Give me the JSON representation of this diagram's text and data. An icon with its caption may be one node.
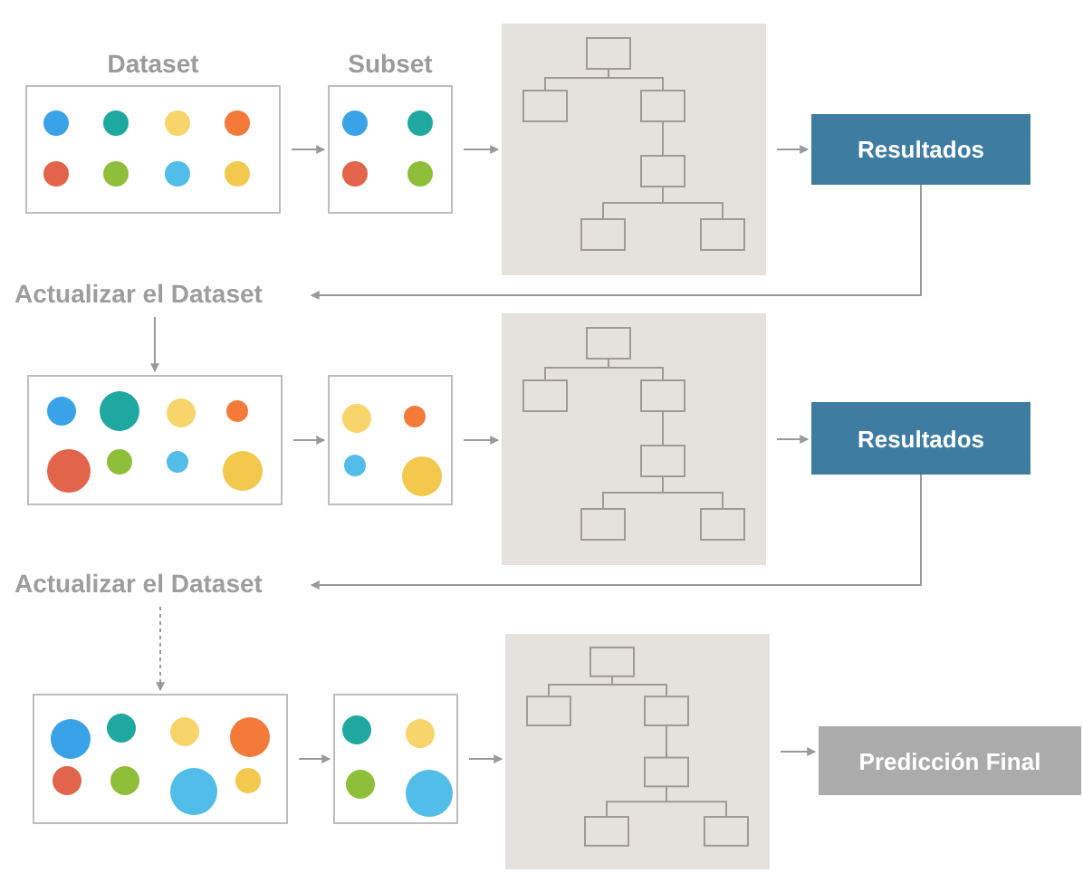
{
  "diagram": {
    "nodes": [
      {
        "text": [
          "Dataset"
        ]
      },
      {
        "text": [
          "Subset"
        ]
      },
      {
        "text": [],
        "shape": "box"
      },
      {
        "text": [
          "Resultados"
        ]
      },
      {
        "text": [
          "Actualizar el Dataset"
        ]
      },
      {
        "text": [],
        "shape": "box"
      },
      {
        "text": [],
        "shape": "box"
      },
      {
        "text": [],
        "shape": "box"
      },
      {
        "text": [
          "Resultados"
        ]
      },
      {
        "text": [
          "Actualizar el Dataset"
        ]
      },
      {
        "text": [],
        "shape": "box"
      },
      {
        "text": [],
        "shape": "box"
      },
      {
        "text": [],
        "shape": "box"
      },
      {
        "text": [
          "Predicción Final"
        ]
      }
    ],
    "edges": [
      {
        "from": 0,
        "to": 1,
        "arrow": "to"
      },
      {
        "from": 1,
        "to": 2,
        "arrow": "to"
      },
      {
        "from": 2,
        "to": 3,
        "arrow": "to"
      },
      {
        "from": 3,
        "to": 4,
        "arrow": "to"
      },
      {
        "from": 4,
        "to": 5,
        "arrow": "to"
      },
      {
        "from": 5,
        "to": 6,
        "arrow": "to"
      },
      {
        "from": 6,
        "to": 7,
        "arrow": "to"
      },
      {
        "from": 7,
        "to": 8,
        "arrow": "to"
      },
      {
        "from": 8,
        "to": 9,
        "arrow": "to"
      },
      {
        "from": 9,
        "to": 10,
        "arrow": "to",
        "style": "dashed"
      },
      {
        "from": 10,
        "to": 11,
        "arrow": "to"
      },
      {
        "from": 11,
        "to": 12,
        "arrow": "to"
      },
      {
        "from": 12,
        "to": 13,
        "arrow": "to"
      }
    ]
  }
}
